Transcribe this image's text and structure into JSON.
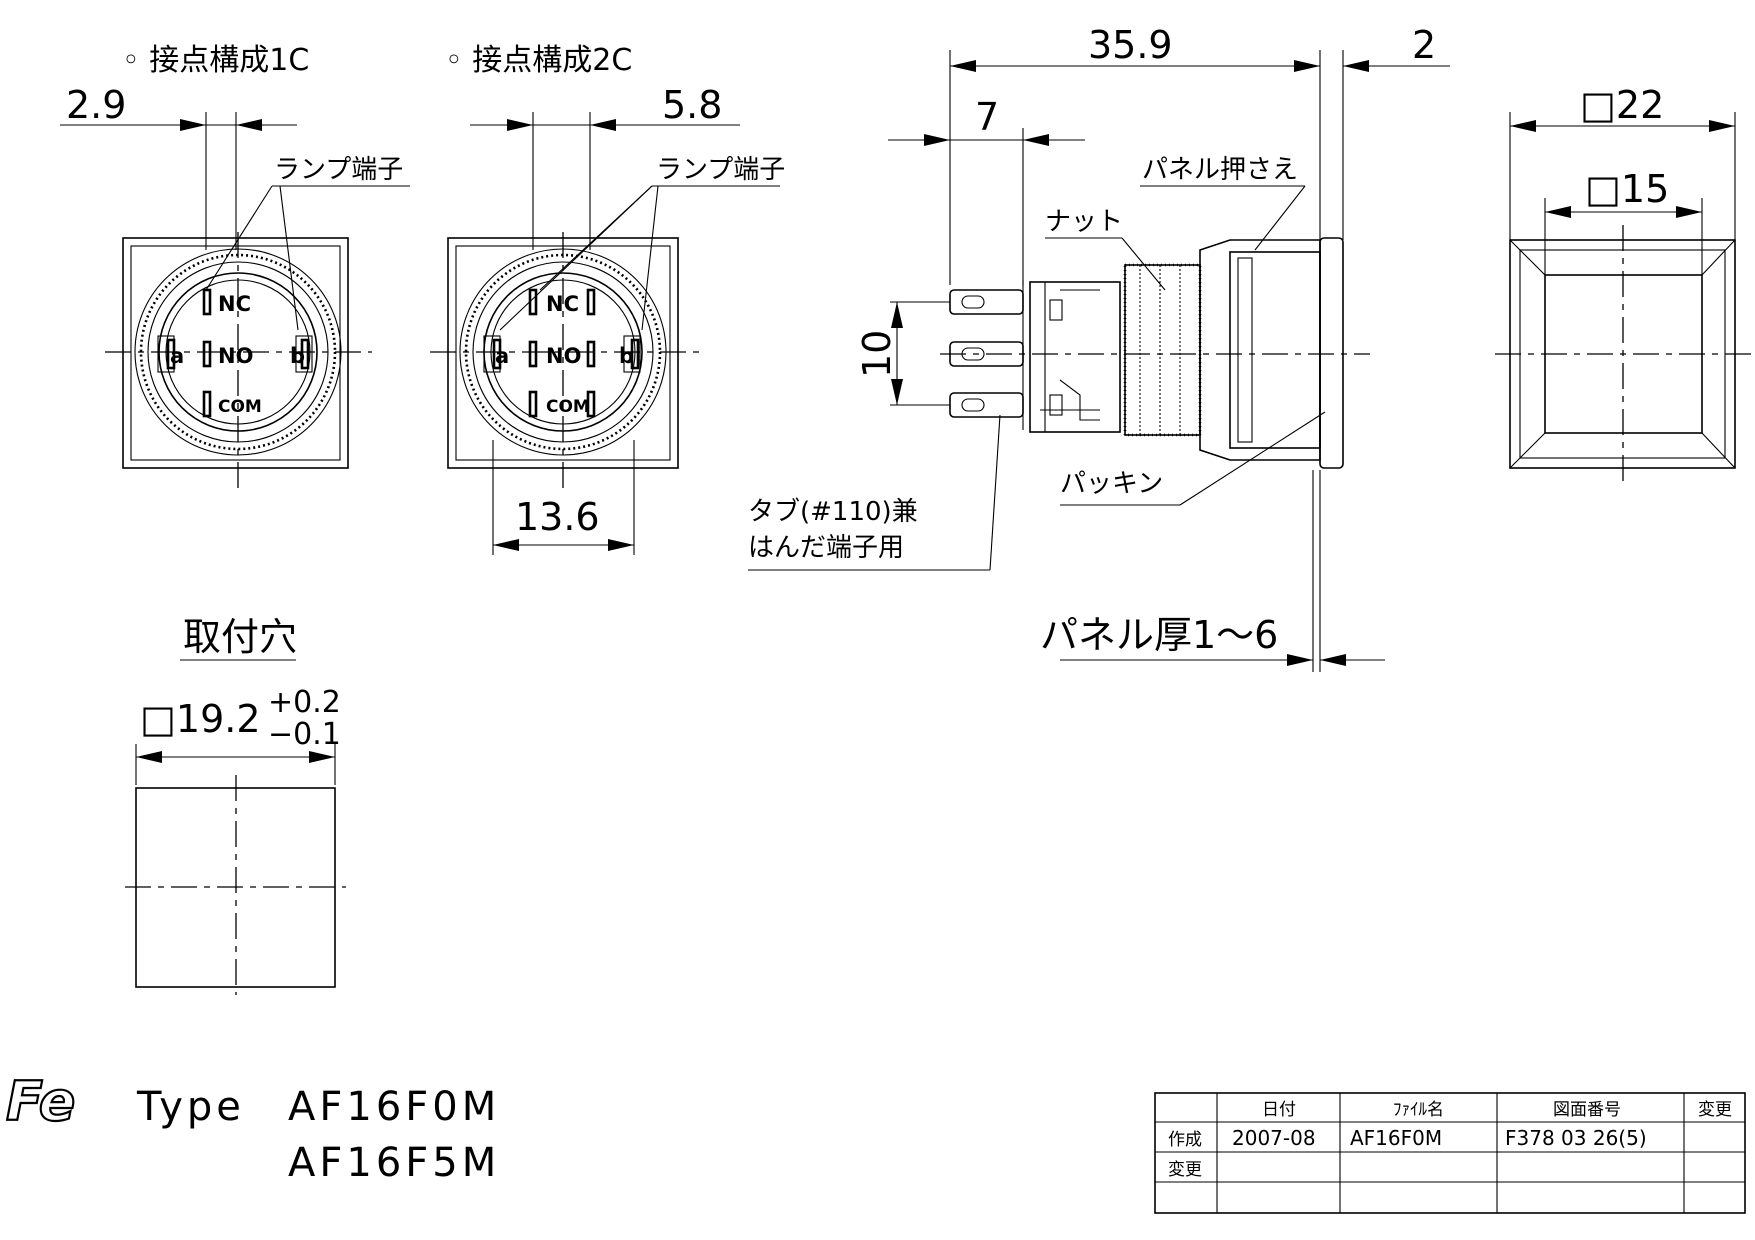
{
  "views": {
    "front_1c": {
      "title": "◦ 接点構成1C",
      "dim_offset": "2.9",
      "lamp_label": "ランプ端子",
      "terminals": [
        "NC",
        "NO",
        "COM",
        "a",
        "b"
      ]
    },
    "front_2c": {
      "title": "◦ 接点構成2C",
      "dim_offset": "5.8",
      "lamp_label": "ランプ端子",
      "terminals": [
        "NC",
        "NO",
        "COM",
        "a",
        "b"
      ],
      "dim_width": "13.6"
    },
    "side": {
      "dim_length": "35.9",
      "dim_flange": "2",
      "dim_terminal": "7",
      "dim_pitch": "10",
      "label_panel_clamp": "パネル押さえ",
      "label_nut": "ナット",
      "label_packing": "パッキン",
      "label_tab_line1": "タブ(#110)兼",
      "label_tab_line2": "はんだ端子用",
      "label_panel_thickness": "パネル厚1～6"
    },
    "face": {
      "dim_outer": "□22",
      "dim_inner": "□15"
    },
    "cutout": {
      "title": "取付穴",
      "dim_main": "□19.2",
      "tol_plus": "+0.2",
      "tol_minus": "−0.1"
    }
  },
  "logo": {
    "text": "Fe"
  },
  "type_block": {
    "prefix": "Type",
    "model_1": "AF16F0M",
    "model_2": "AF16F5M"
  },
  "title_block": {
    "headers": [
      "",
      "日付",
      "ﾌｧｲﾙ名",
      "図面番号",
      "変更"
    ],
    "rows": [
      [
        "作成",
        "2007-08",
        "AF16F0M",
        "F378 03 26(5)",
        ""
      ],
      [
        "変更",
        "",
        "",
        "",
        ""
      ],
      [
        "",
        "",
        "",
        "",
        ""
      ]
    ]
  }
}
